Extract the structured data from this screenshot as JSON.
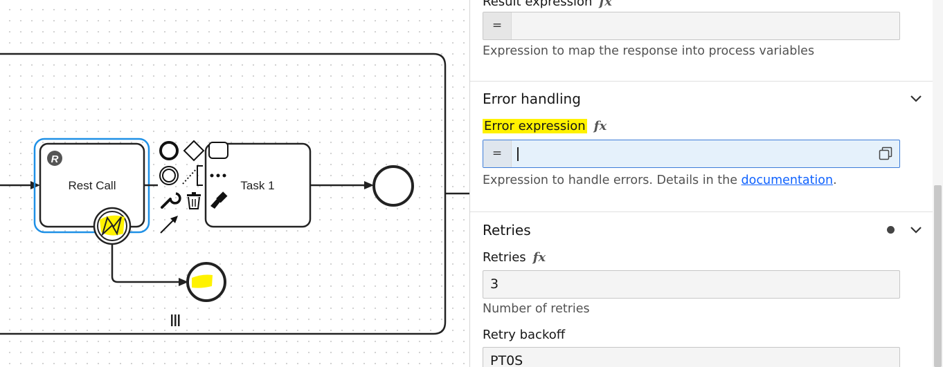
{
  "diagram": {
    "rest_call_label": "Rest Call",
    "rest_badge": "R",
    "task1_label": "Task 1",
    "collapse_marker": "III"
  },
  "panel": {
    "result_expression_label": "Result expression",
    "result_expression_prefix": "=",
    "result_expression_value": "",
    "result_expression_desc": "Expression to map the response into process variables",
    "error_handling_title": "Error handling",
    "error_expression_label": "Error expression",
    "error_expression_prefix": "=",
    "error_expression_value": "",
    "error_expression_desc_prefix": "Expression to handle errors. Details in the ",
    "error_expression_desc_link": "documentation",
    "error_expression_desc_suffix": ".",
    "retries_title": "Retries",
    "retries_label": "Retries",
    "retries_value": "3",
    "retries_desc": "Number of retries",
    "retry_backoff_label": "Retry backoff",
    "retry_backoff_value": "PT0S",
    "fx_symbol": "fx"
  },
  "colors": {
    "selection": "#1e90e6",
    "highlight": "#fff200",
    "link": "#0f62fe",
    "focus_border": "#3b7bd8"
  }
}
